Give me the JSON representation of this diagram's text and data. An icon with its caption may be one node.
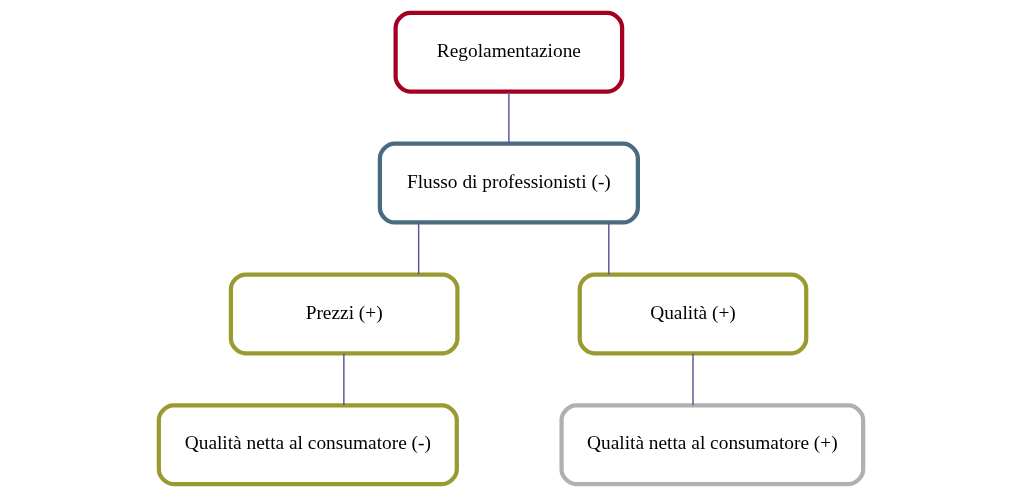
{
  "diagram": {
    "nodes": [
      {
        "text": [
          "Regolamentazione"
        ]
      },
      {
        "text": [
          "Flusso di professionisti (-)"
        ]
      },
      {
        "text": [
          "Prezzi (+)"
        ]
      },
      {
        "text": [
          "Qualità (+)"
        ]
      },
      {
        "text": [
          "Qualità netta al consumatore (-)"
        ]
      },
      {
        "text": [
          "Qualità netta al consumatore (+)"
        ]
      }
    ],
    "edges": [
      {
        "from": 0,
        "to": 1,
        "arrow": "none"
      },
      {
        "from": 1,
        "to": 2,
        "arrow": "none"
      },
      {
        "from": 1,
        "to": 3,
        "arrow": "none"
      },
      {
        "from": 2,
        "to": 4,
        "arrow": "none"
      },
      {
        "from": 3,
        "to": 5,
        "arrow": "none"
      }
    ]
  }
}
